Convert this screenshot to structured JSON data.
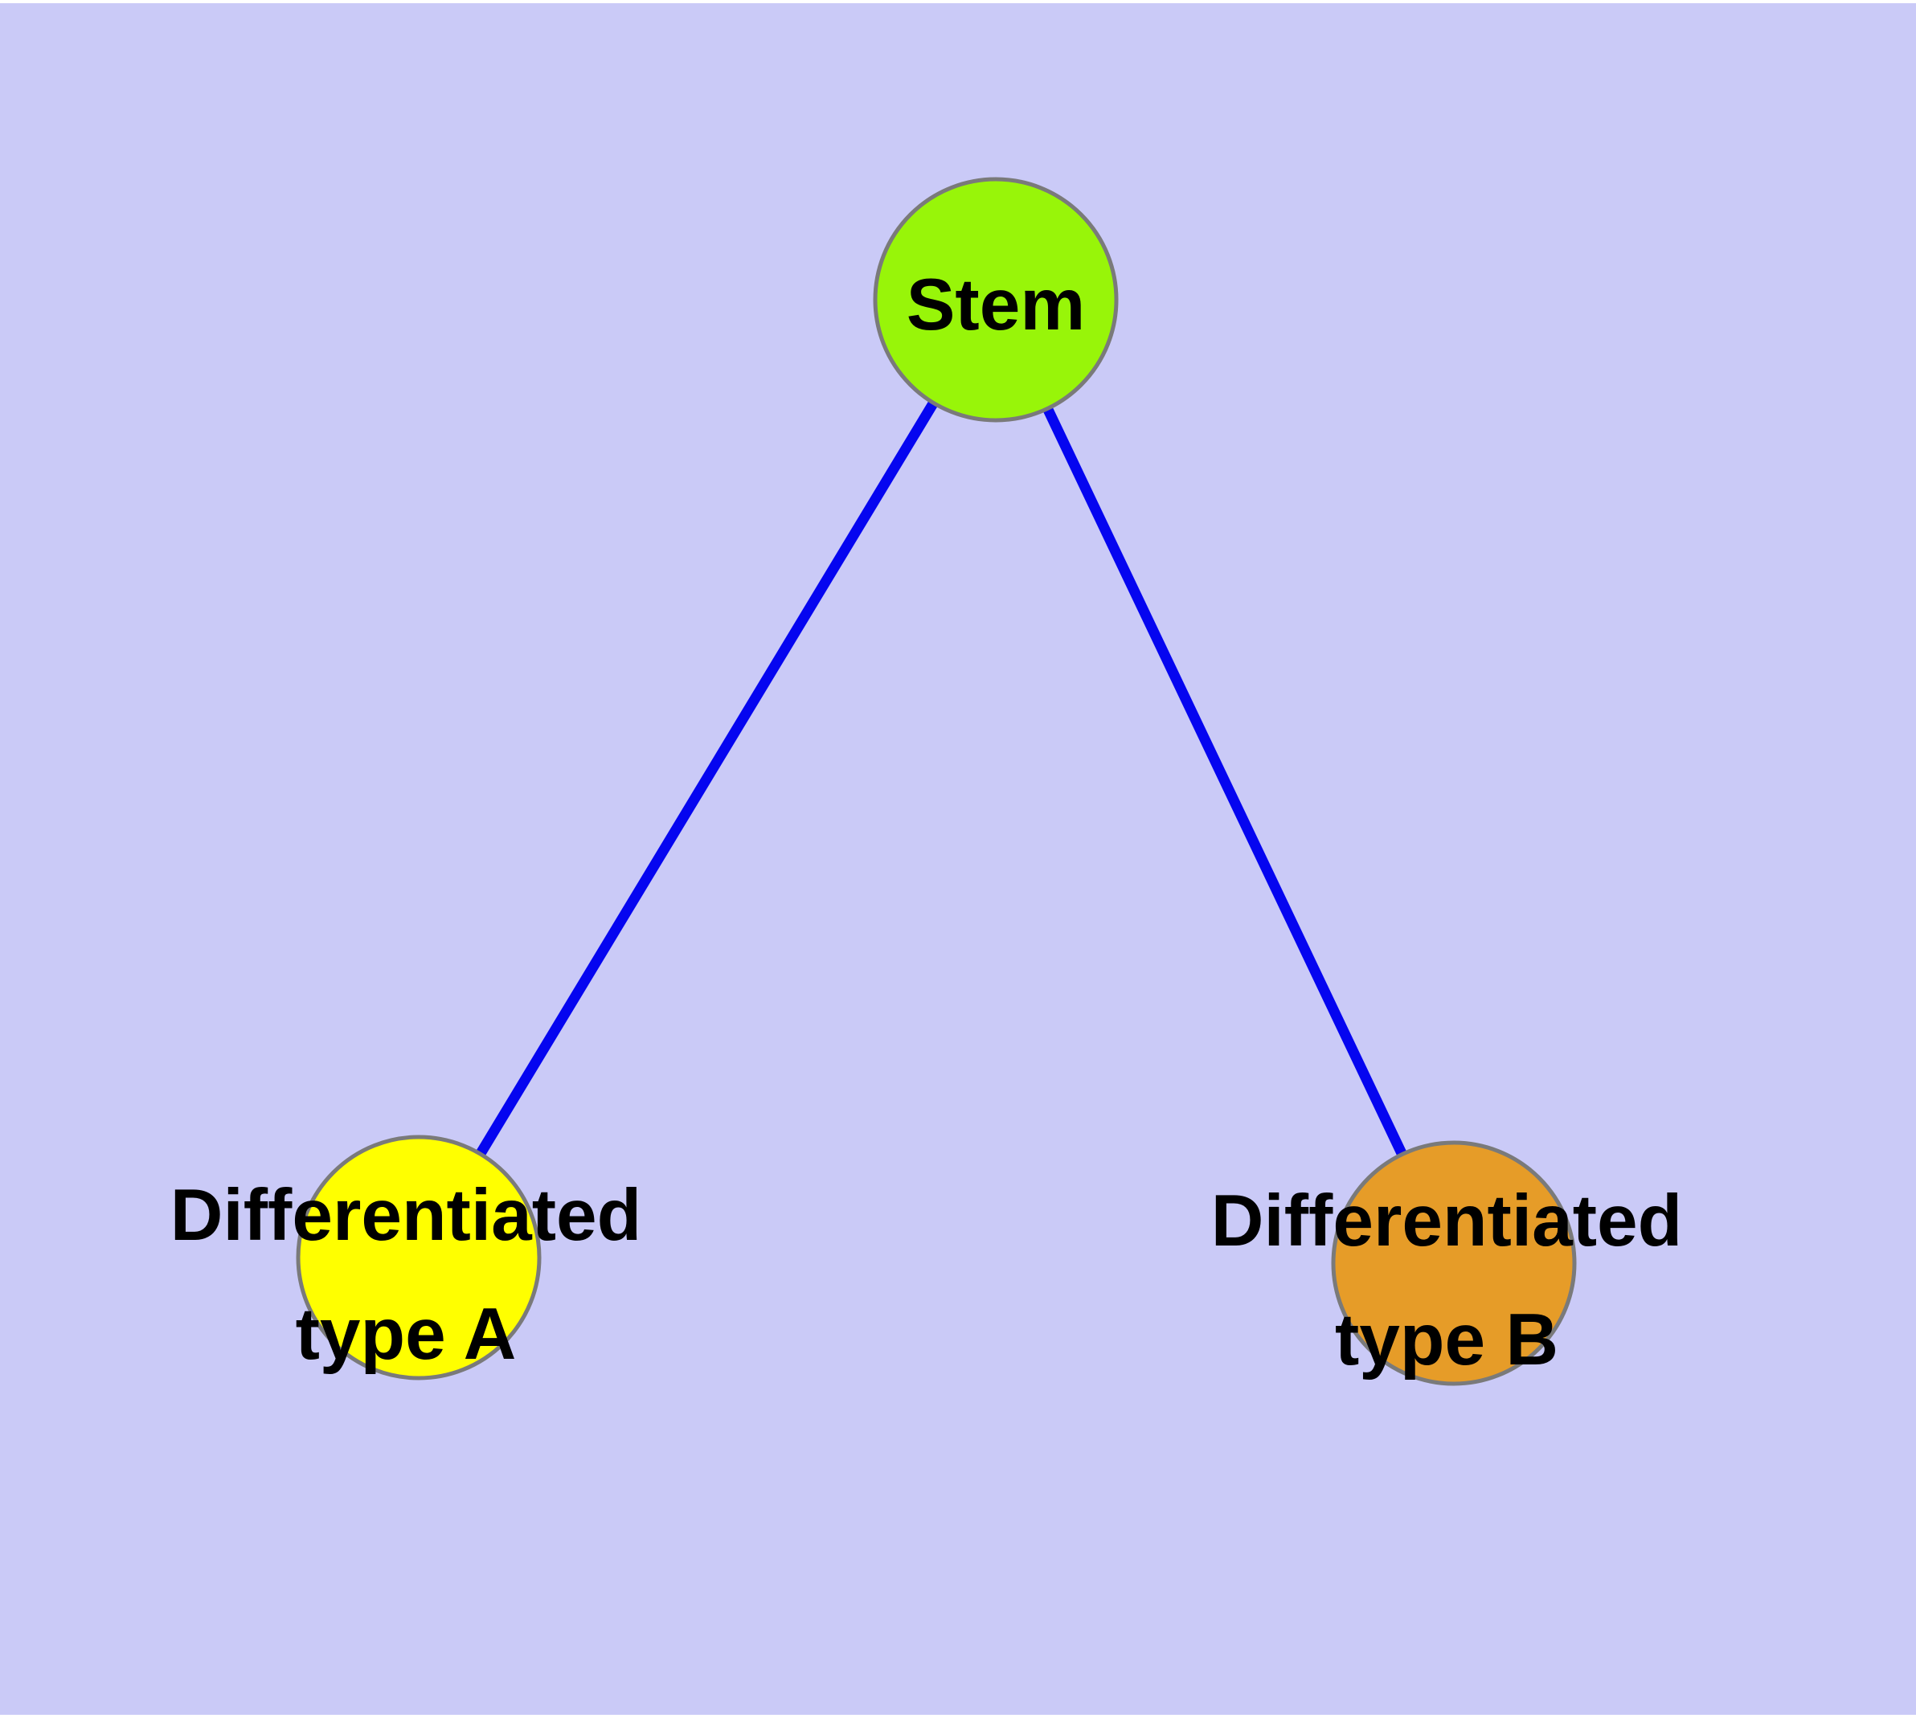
{
  "diagram": {
    "type": "graph",
    "description": "Stem cell differentiation tree with one root node and two child nodes",
    "background_color": "#cacaf7",
    "edge_color": "#0505f0",
    "node_border_color": "#7a7a7a",
    "label_color": "#000000",
    "nodes": {
      "stem": {
        "label": "Stem",
        "color": "#98f509"
      },
      "type_a": {
        "label_line1": "Differentiated",
        "label_line2": "type A",
        "color": "#ffff00"
      },
      "type_b": {
        "label_line1": "Differentiated",
        "label_line2": "type B",
        "color": "#e69c28"
      }
    },
    "edges": [
      {
        "from": "Stem",
        "to": "Differentiated type A"
      },
      {
        "from": "Stem",
        "to": "Differentiated type B"
      }
    ]
  }
}
